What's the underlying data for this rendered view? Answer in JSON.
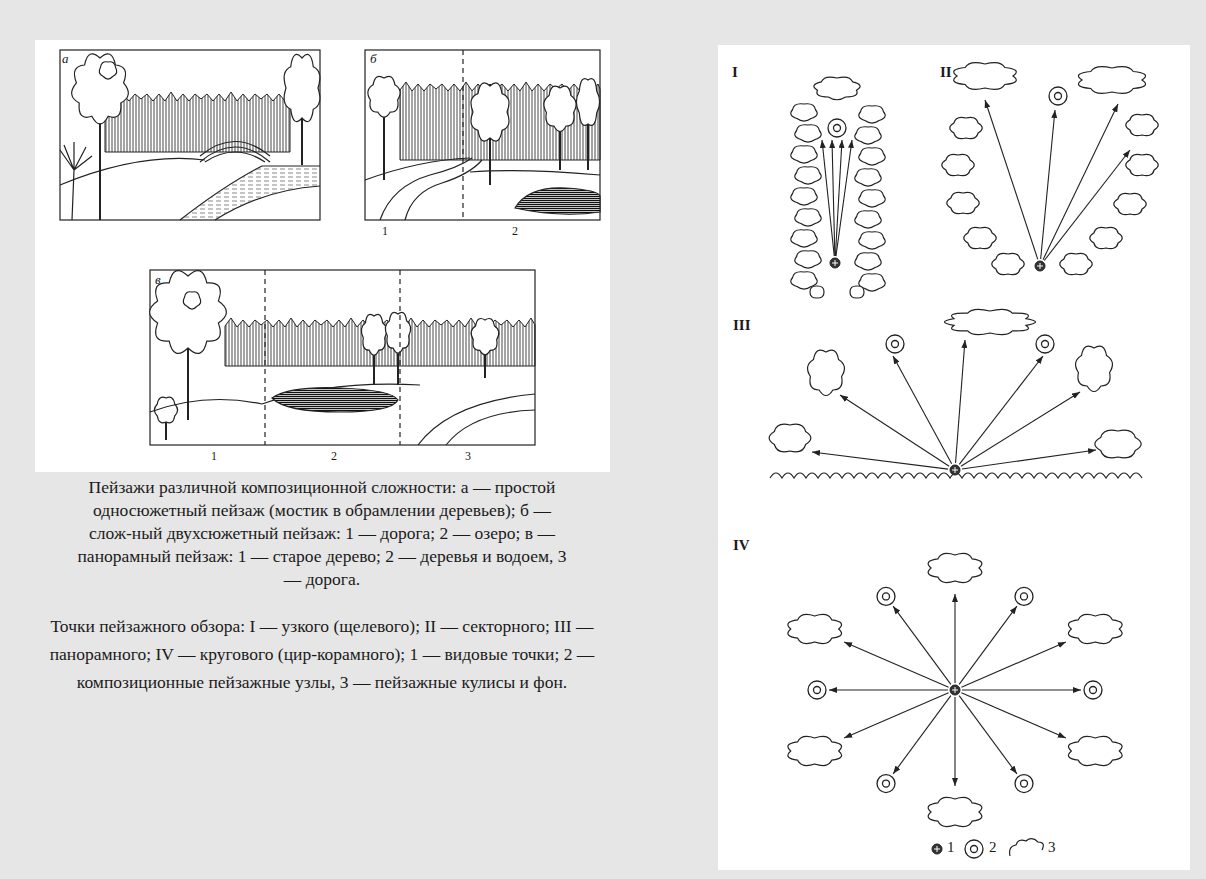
{
  "diagram": {
    "caption": "Пейзажи различной композиционной сложности: а — простой односюжетный пейзаж (мостик в обрамлении деревьев); б — слож-ный двухсюжетный пейзаж: 1 — дорога; 2 — озеро; в — панорамный пейзаж: 1 — старое дерево; 2 — деревья и водоем, 3 — дорога.",
    "labels": [
      "а",
      "б",
      "1",
      "2",
      "в",
      "1",
      "2",
      "3",
      "I",
      "II",
      "III",
      "IV",
      "Точки пейзажного обзора: I — узкого (щелевого); II — секторного; III — панорамного; IV — кругового (цир-корамного); 1 — видовые точки; 2 — композиционные пейзажные узлы, 3 — пейзажные кулисы и фон."
    ],
    "legend": [
      {
        "text": "1"
      },
      {
        "text": "2"
      },
      {
        "text": "3"
      }
    ]
  }
}
